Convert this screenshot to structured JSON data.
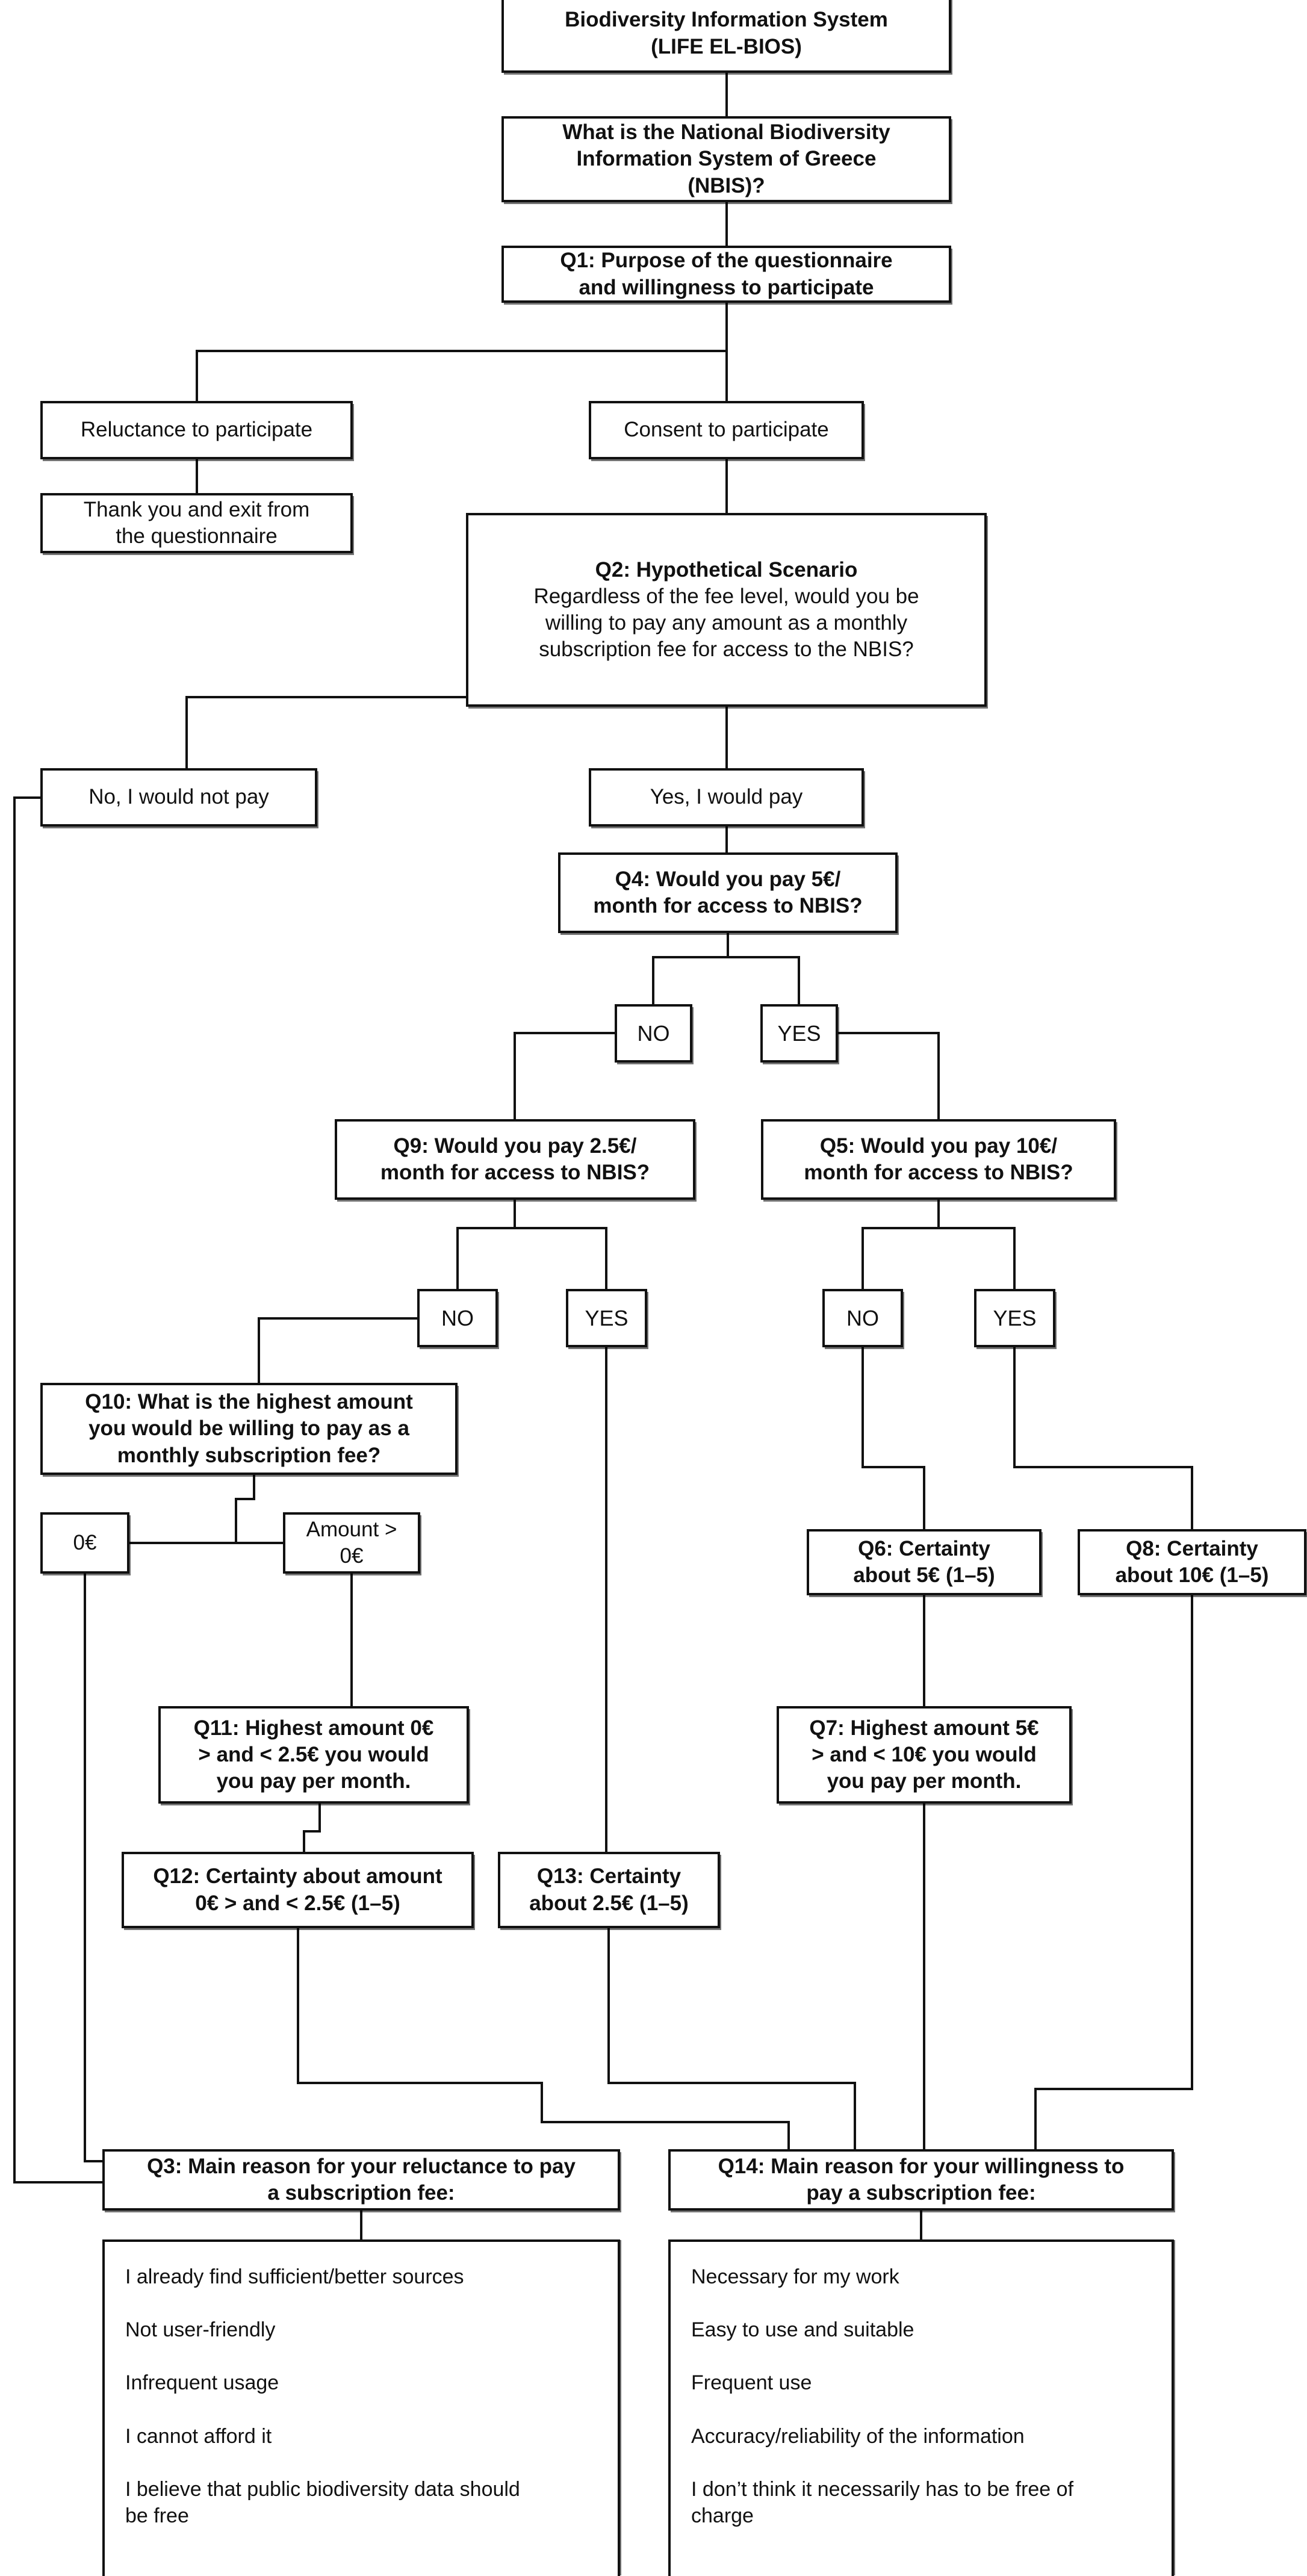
{
  "meta": {
    "figure_type": "questionnaire-flowchart",
    "colors": {
      "line": "#111111",
      "box_border": "#111111",
      "background": "#ffffff"
    }
  },
  "labels": {
    "no": "NO",
    "yes": "YES"
  },
  "nodes": {
    "title": "Biodiversity Information System\n(LIFE EL-BIOS)",
    "nbis_q": "What is the National Biodiversity\nInformation System of Greece\n(NBIS)?",
    "q1": "Q1: Purpose of the questionnaire\nand willingness to participate",
    "reluctance": "Reluctance to participate",
    "consent": "Consent to participate",
    "thank_you": "Thank you and exit from\nthe questionnaire",
    "q2_title": "Q2: Hypothetical Scenario",
    "q2_body": "Regardless of the fee level, would you be\nwilling to pay any amount as a monthly\nsubscription fee for access to the NBIS?",
    "no_pay": "No, I would not pay",
    "yes_pay": "Yes, I would pay",
    "q4": "Q4: Would you pay 5€/\nmonth for access to NBIS?",
    "q9": "Q9: Would you pay 2.5€/\nmonth for access to NBIS?",
    "q5": "Q5: Would you pay 10€/\nmonth for access to NBIS?",
    "q10": "Q10: What is the highest amount\nyou would be willing to pay as a\nmonthly subscription fee?",
    "zero_eur": "0€",
    "amount_gt0": "Amount >\n0€",
    "q6": "Q6: Certainty\nabout 5€ (1–5)",
    "q8": "Q8: Certainty\nabout 10€ (1–5)",
    "q11": "Q11: Highest amount 0€\n> and < 2.5€ you would\nyou pay per month.",
    "q7": "Q7: Highest amount 5€\n> and < 10€ you would\nyou pay per month.",
    "q12": "Q12: Certainty about amount\n0€ > and < 2.5€ (1–5)",
    "q13": "Q13: Certainty\nabout 2.5€ (1–5)",
    "q3": "Q3: Main reason for your reluctance to pay\na subscription fee:",
    "q14": "Q14: Main reason for your willingness to\npay a subscription fee:"
  },
  "reluctance_reasons": [
    "I already find sufficient/better sources",
    "Not user-friendly",
    "Infrequent usage",
    "I cannot afford it",
    "I believe that public biodiversity data should\nbe free"
  ],
  "willingness_reasons": [
    "Necessary for my work",
    "Easy to use and suitable",
    "Frequent use",
    "Accuracy/reliability of the information",
    "I don’t think it necessarily has to be free of\ncharge"
  ]
}
